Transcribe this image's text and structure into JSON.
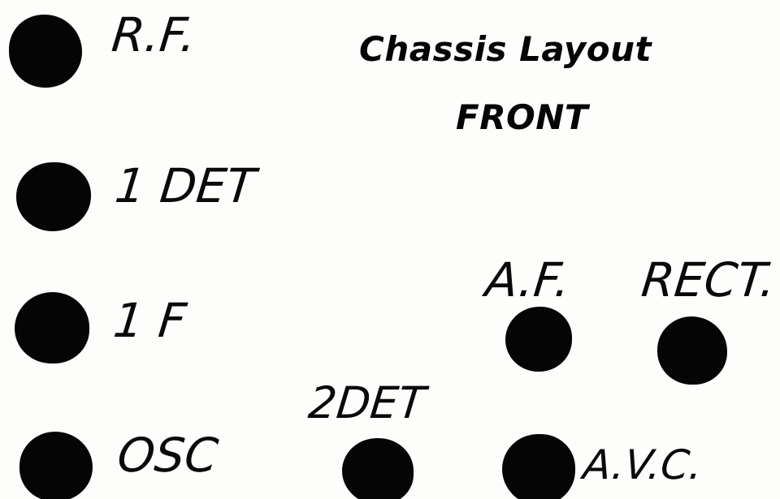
{
  "title": "Chassis Layout",
  "subtitle": "FRONT",
  "ink_color": "#050505",
  "paper_color": "#fdfdfb",
  "sockets": [
    {
      "id": "rf",
      "label": "R.F."
    },
    {
      "id": "det1",
      "label": "1 DET"
    },
    {
      "id": "if",
      "label": "1 F"
    },
    {
      "id": "osc",
      "label": "OSC"
    },
    {
      "id": "det2",
      "label": "2DET"
    },
    {
      "id": "af",
      "label": "A.F."
    },
    {
      "id": "rect",
      "label": "RECT."
    },
    {
      "id": "avc",
      "label": "A.V.C."
    }
  ]
}
